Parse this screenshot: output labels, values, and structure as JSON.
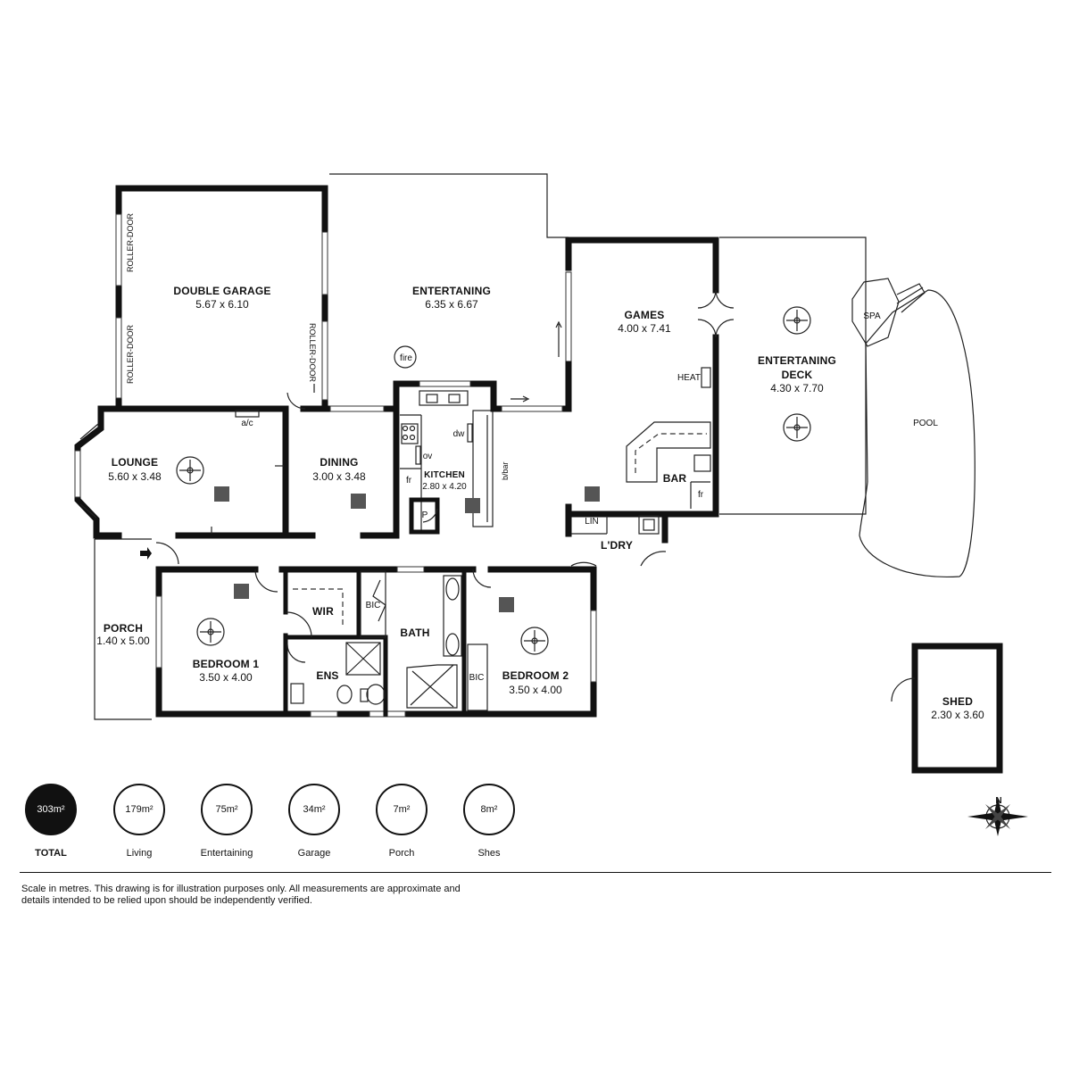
{
  "rooms": {
    "double_garage": {
      "name": "DOUBLE GARAGE",
      "dim": "5.67 x 6.10"
    },
    "entertaining": {
      "name": "ENTERTANING",
      "dim": "6.35 x 6.67"
    },
    "games": {
      "name": "GAMES",
      "dim": "4.00 x 7.41"
    },
    "entertaining_deck": {
      "name1": "ENTERTANING",
      "name2": "DECK",
      "dim": "4.30 x 7.70"
    },
    "lounge": {
      "name": "LOUNGE",
      "dim": "5.60 x 3.48"
    },
    "dining": {
      "name": "DINING",
      "dim": "3.00 x 3.48"
    },
    "kitchen": {
      "name": "KITCHEN",
      "dim": "2.80 x 4.20"
    },
    "bar": {
      "name": "BAR"
    },
    "laundry": {
      "name": "L'DRY"
    },
    "porch": {
      "name": "PORCH",
      "dim": "1.40 x 5.00"
    },
    "bedroom1": {
      "name": "BEDROOM 1",
      "dim": "3.50 x 4.00"
    },
    "bedroom2": {
      "name": "BEDROOM 2",
      "dim": "3.50 x 4.00"
    },
    "wir": {
      "name": "WIR"
    },
    "ens": {
      "name": "ENS"
    },
    "bath": {
      "name": "BATH"
    },
    "shed": {
      "name": "SHED",
      "dim": "2.30 x 3.60"
    },
    "spa": {
      "name": "SPA"
    },
    "pool": {
      "name": "POOL"
    }
  },
  "labels": {
    "roller_door": "ROLLER-DOOR",
    "fire": "fire",
    "heat": "HEAT",
    "ac": "a/c",
    "dw": "dw",
    "ov": "ov",
    "fr": "fr",
    "pantry": "P",
    "bbar": "b/bar",
    "lin": "LIN",
    "bic": "BIC",
    "north": "N"
  },
  "stats": [
    {
      "value": "303m²",
      "label": "TOTAL",
      "total": true
    },
    {
      "value": "179m²",
      "label": "Living",
      "total": false
    },
    {
      "value": "75m²",
      "label": "Entertaining",
      "total": false
    },
    {
      "value": "34m²",
      "label": "Garage",
      "total": false
    },
    {
      "value": "7m²",
      "label": "Porch",
      "total": false
    },
    {
      "value": "8m²",
      "label": "Shes",
      "total": false
    }
  ],
  "disclaimer": "Scale in metres. This drawing is for illustration purposes only. All measurements are approximate and details intended to be relied upon should be independently verified."
}
